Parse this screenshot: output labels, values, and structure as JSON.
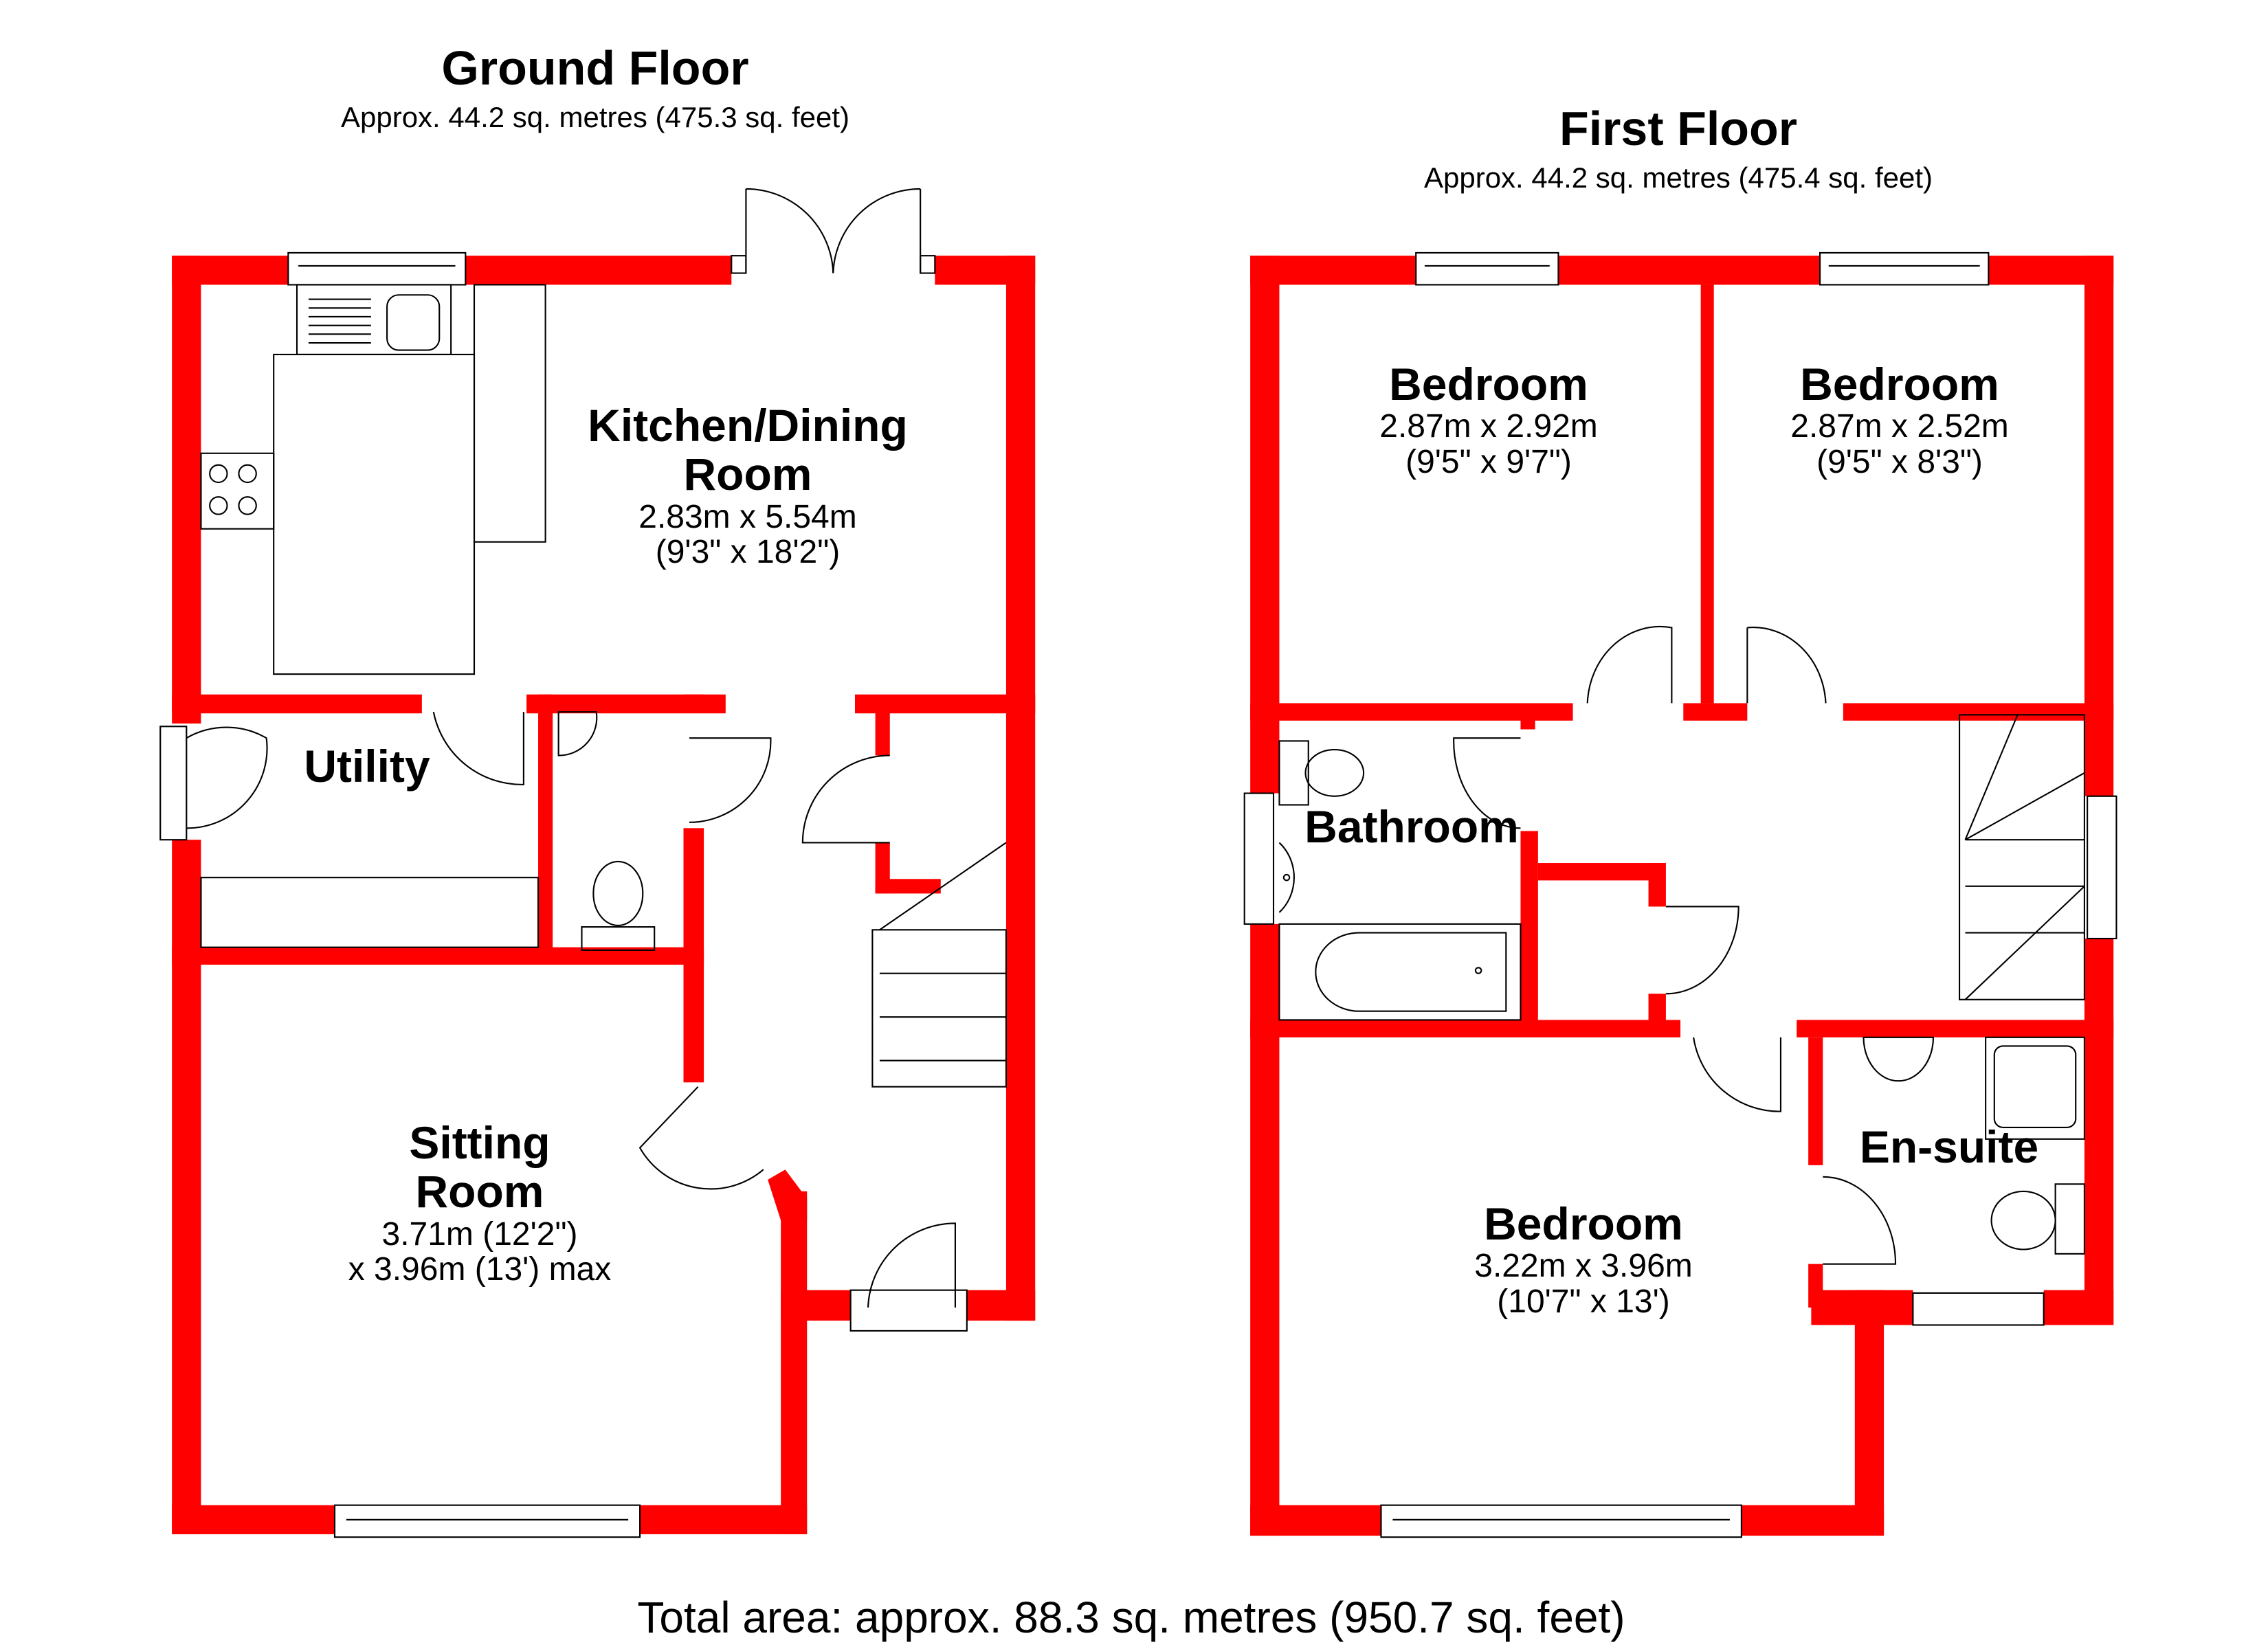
{
  "colors": {
    "wall": "#ff0000",
    "fixture_line": "#000000",
    "background": "#ffffff"
  },
  "ground_floor": {
    "title": "Ground Floor",
    "area": "Approx. 44.2 sq. metres (475.3 sq. feet)",
    "rooms": [
      {
        "name_line1": "Kitchen/Dining",
        "name_line2": "Room",
        "dim_m": "2.83m x 5.54m",
        "dim_ft": "(9'3\" x 18'2\")"
      },
      {
        "name_line1": "Utility"
      },
      {
        "name_line1": "Sitting",
        "name_line2": "Room",
        "dim_m": "3.71m (12'2\")",
        "dim_ft": "x 3.96m (13') max"
      }
    ]
  },
  "first_floor": {
    "title": "First Floor",
    "area": "Approx. 44.2 sq. metres (475.4 sq. feet)",
    "rooms": [
      {
        "name_line1": "Bedroom",
        "dim_m": "2.87m x 2.92m",
        "dim_ft": "(9'5\" x 9'7\")"
      },
      {
        "name_line1": "Bedroom",
        "dim_m": "2.87m x 2.52m",
        "dim_ft": "(9'5\" x 8'3\")"
      },
      {
        "name_line1": "Bathroom"
      },
      {
        "name_line1": "Bedroom",
        "dim_m": "3.22m x 3.96m",
        "dim_ft": "(10'7\" x 13')"
      },
      {
        "name_line1": "En-suite"
      }
    ]
  },
  "footer": {
    "total_area": "Total area: approx. 88.3 sq. metres (950.7 sq. feet)"
  }
}
